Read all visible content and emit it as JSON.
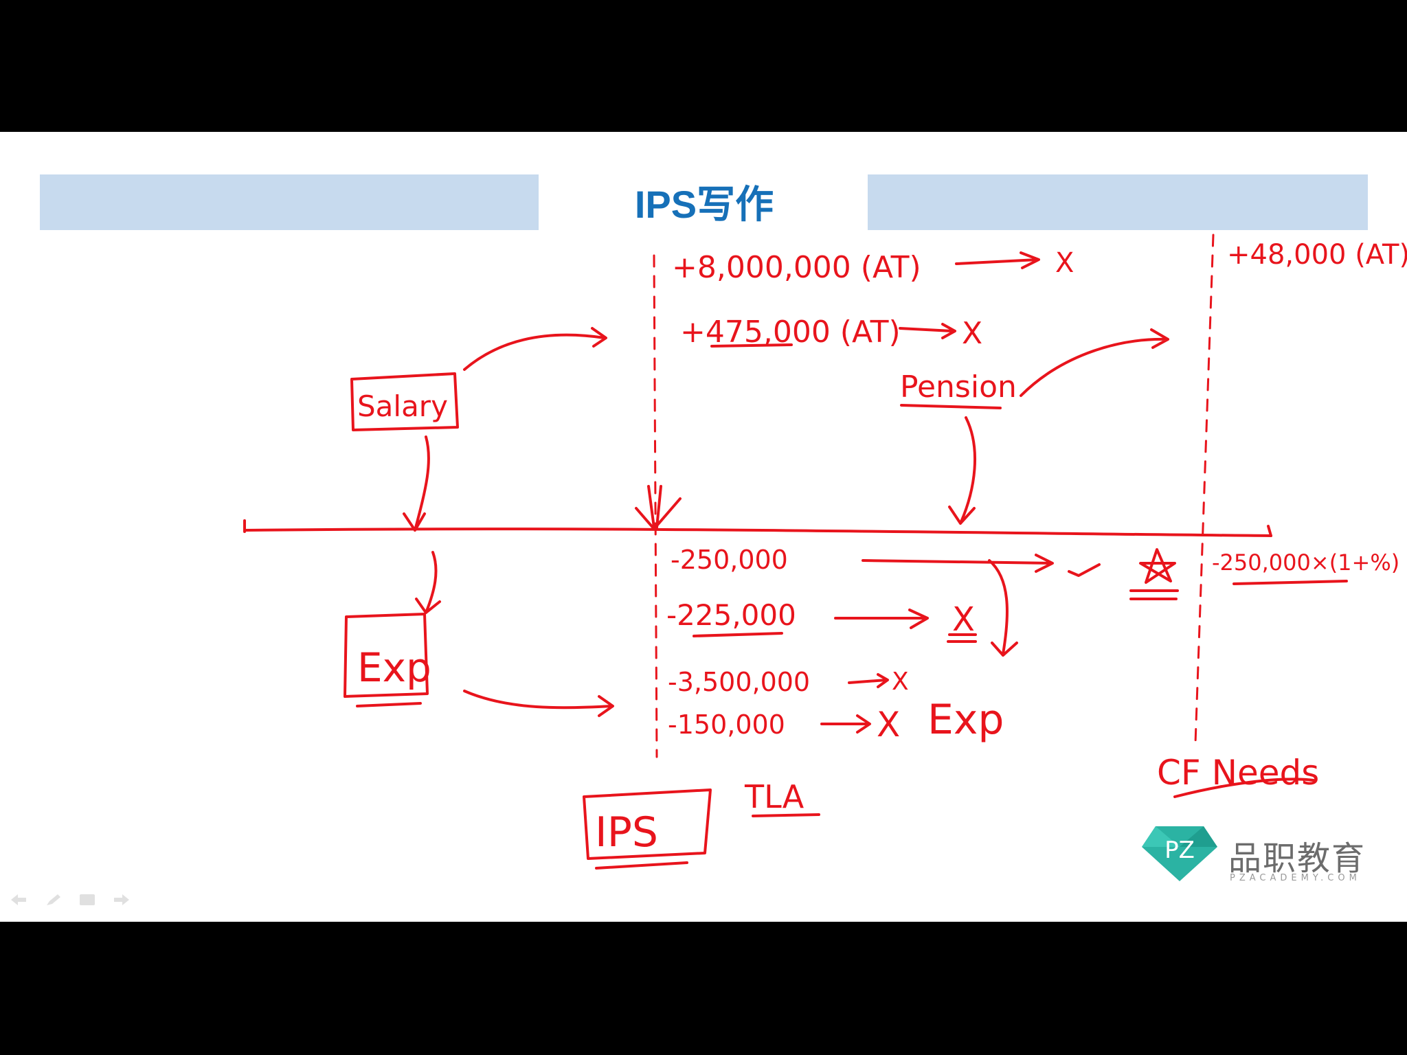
{
  "slide": {
    "title": "IPS写作",
    "colors": {
      "banner": "#c7daee",
      "title": "#1670b8",
      "ink": "#e8141c"
    }
  },
  "annotations": {
    "inflow_1": "+8,000,000 (AT)",
    "inflow_1_result": "X",
    "inflow_2": "+475,000 (AT)",
    "inflow_2_result": "X",
    "inflow_right": "+48,000 (AT)",
    "pension": "Pension",
    "salary": "Salary",
    "exp_box": "Exp",
    "outflow_1": "-250,000",
    "outflow_2": "-225,000",
    "outflow_2_result": "X",
    "outflow_3": "-3,500,000",
    "outflow_3_result": "X",
    "outflow_4": "-150,000",
    "outflow_4_result": "X",
    "exp_note": "Exp",
    "outflow_right": "-250,000×(1+%)",
    "ips_box": "IPS",
    "tla": "TLA",
    "cf_needs": "CF Needs"
  },
  "brand": {
    "logo_text": "PZ",
    "name": "品职教育",
    "site": "PZACADEMY.COM"
  },
  "toolbar": {
    "icons": [
      "back-arrow-icon",
      "pen-icon",
      "menu-icon",
      "forward-arrow-icon"
    ]
  }
}
